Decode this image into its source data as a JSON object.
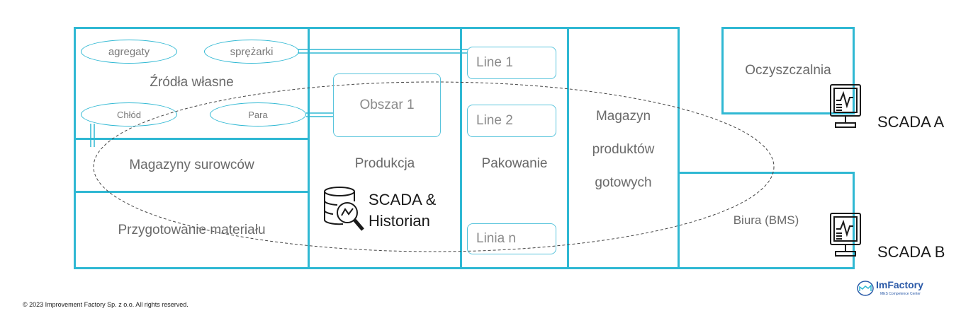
{
  "zones": {
    "zrodla": "Źródła własne",
    "magazyny": "Magazyny surowców",
    "przygotowanie": "Przygotowanie materiału",
    "produkcja": "Produkcja",
    "pakowanie": "Pakowanie",
    "magazyn_produktow": [
      "Magazyn",
      "produktów",
      "gotowych"
    ],
    "oczyszczalnia": "Oczyszczalnia",
    "biura": "Biura (BMS)"
  },
  "ovals": {
    "agregaty": "agregaty",
    "sprezarki": "sprężarki",
    "chlod": "Chłód",
    "para": "Para"
  },
  "areas": {
    "obszar1": "Obszar 1",
    "line1": "Line 1",
    "line2": "Line 2",
    "linian": "Linia n"
  },
  "systems": {
    "scada_historian": [
      "SCADA &",
      "Historian"
    ],
    "scada_a": "SCADA A",
    "scada_b": "SCADA B"
  },
  "logo": {
    "name": "ImFactory",
    "tagline": "MES Competence Center"
  },
  "footer": "© 2023 Improvement Factory Sp. z o.o. All rights reserved.",
  "colors": {
    "border": "#2fb8d3",
    "text": "#6a6a6a",
    "dark": "#1a1a1a",
    "logo": "#2b5aa8"
  },
  "icons": [
    "database-search-icon",
    "monitor-icon",
    "factory-logo-icon"
  ]
}
